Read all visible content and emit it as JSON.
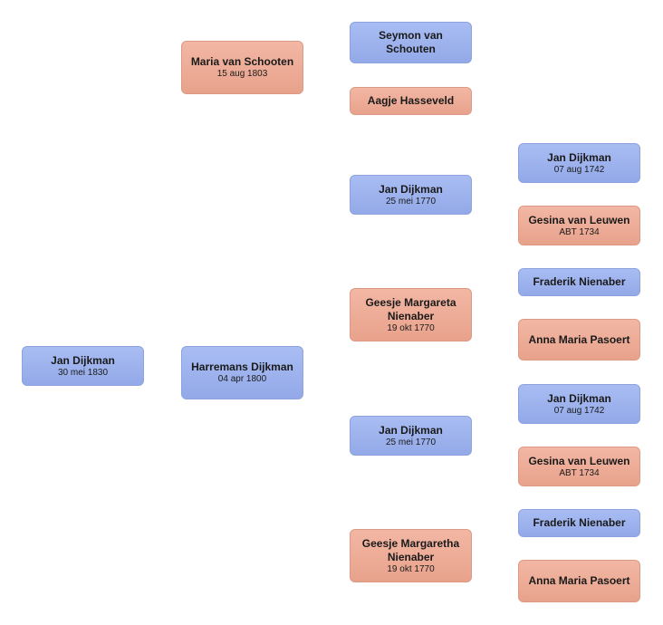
{
  "people": {
    "root": {
      "name": "Jan Dijkman",
      "date": "30 mei 1830",
      "sex": "male"
    },
    "father": {
      "name": "Harremans Dijkman",
      "date": "04 apr 1800",
      "sex": "male"
    },
    "mother": {
      "name": "Maria van Schooten",
      "date": "15 aug 1803",
      "sex": "female"
    },
    "mm_father": {
      "name": "Seymon van Schouten",
      "date": "",
      "sex": "male"
    },
    "mm_mother": {
      "name": "Aagje Hasseveld",
      "date": "",
      "sex": "female"
    },
    "g1_jan": {
      "name": "Jan Dijkman",
      "date": "25 mei 1770",
      "sex": "male"
    },
    "g1_geesje": {
      "name": "Geesje Margareta Nienaber",
      "date": "19 okt 1770",
      "sex": "female"
    },
    "g2_jan": {
      "name": "Jan Dijkman",
      "date": "25 mei 1770",
      "sex": "male"
    },
    "g2_geesje": {
      "name": "Geesje Margaretha Nienaber",
      "date": "19 okt 1770",
      "sex": "female"
    },
    "a1_jan": {
      "name": "Jan Dijkman",
      "date": "07 aug 1742",
      "sex": "male"
    },
    "a1_gesina": {
      "name": "Gesina van Leuwen",
      "date": "ABT 1734",
      "sex": "female"
    },
    "a1_fraderik": {
      "name": "Fraderik Nienaber",
      "date": "",
      "sex": "male"
    },
    "a1_anna": {
      "name": "Anna Maria Pasoert",
      "date": "",
      "sex": "female"
    },
    "a2_jan": {
      "name": "Jan Dijkman",
      "date": "07 aug 1742",
      "sex": "male"
    },
    "a2_gesina": {
      "name": "Gesina van Leuwen",
      "date": "ABT 1734",
      "sex": "female"
    },
    "a2_fraderik": {
      "name": "Fraderik Nienaber",
      "date": "",
      "sex": "male"
    },
    "a2_anna": {
      "name": "Anna Maria Pasoert",
      "date": "",
      "sex": "female"
    }
  },
  "colors": {
    "male": "#9db2ec",
    "female": "#eda995"
  }
}
